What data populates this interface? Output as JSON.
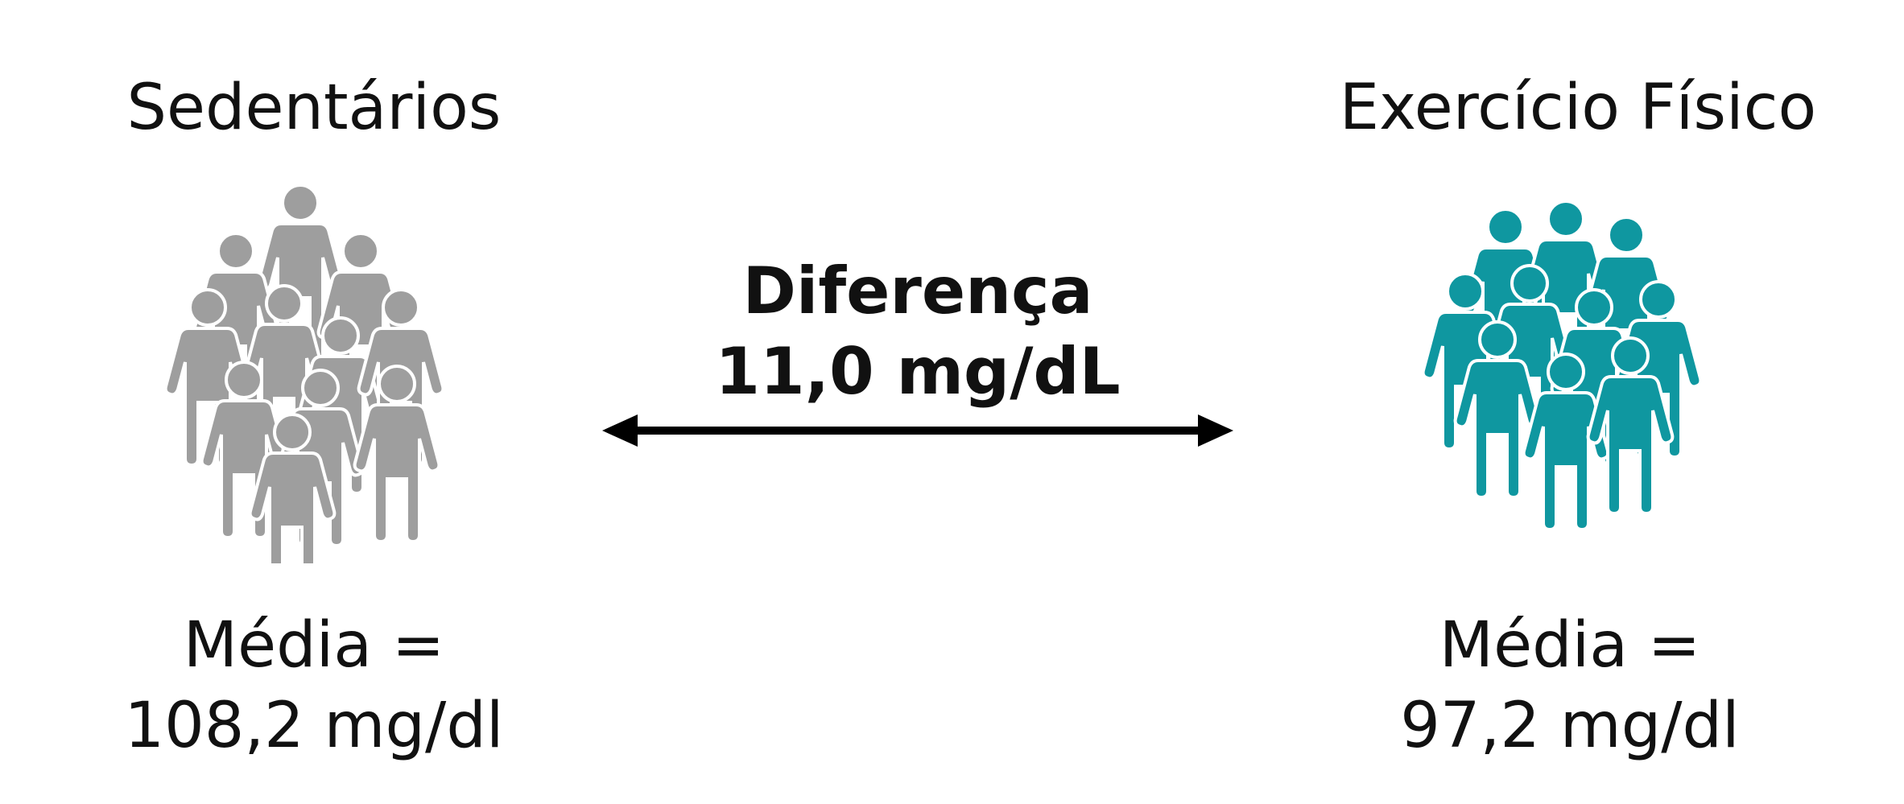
{
  "groups": {
    "left": {
      "title": "Sedentários",
      "mean_label": "Média =",
      "mean_value": "108,2 mg/dl",
      "color": "#9e9e9e",
      "icon": "people-crowd-icon"
    },
    "right": {
      "title": "Exercício Físico",
      "mean_label": "Média =",
      "mean_value": "97,2 mg/dl",
      "color": "#0f97a0",
      "icon": "people-crowd-icon"
    }
  },
  "difference": {
    "label": "Diferença",
    "value": "11,0 mg/dL",
    "arrow_icon": "double-arrow-icon"
  }
}
